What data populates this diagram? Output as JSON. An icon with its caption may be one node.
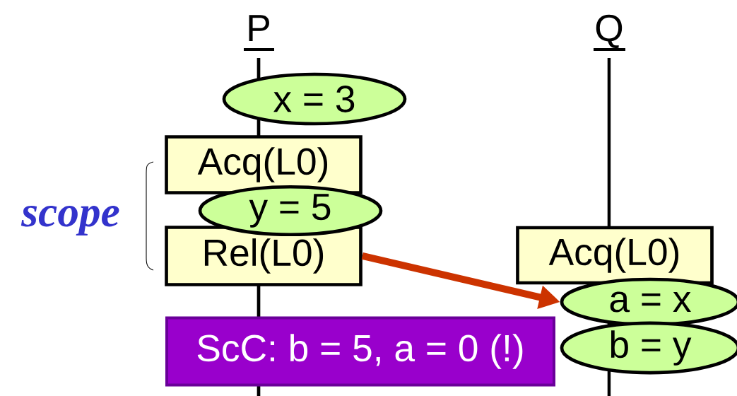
{
  "diagram": {
    "nodes": [
      {
        "text": [
          "x = 3"
        ]
      },
      {
        "text": [
          "Acq(L0)"
        ]
      },
      {
        "text": [
          "y = 5"
        ]
      },
      {
        "text": [
          "Rel(L0)"
        ]
      },
      {
        "text": [
          "Acq(L0)"
        ]
      },
      {
        "text": [
          "a = x"
        ]
      },
      {
        "text": [
          "b = y"
        ]
      },
      {
        "text": [
          "ScC: b = 5, a = 0 (!)"
        ]
      }
    ],
    "edges": [
      {
        "from": 3,
        "to": 5,
        "arrow": "to",
        "color": "#cc3300"
      }
    ],
    "labels": [
      "P",
      "Q",
      "scope"
    ]
  }
}
